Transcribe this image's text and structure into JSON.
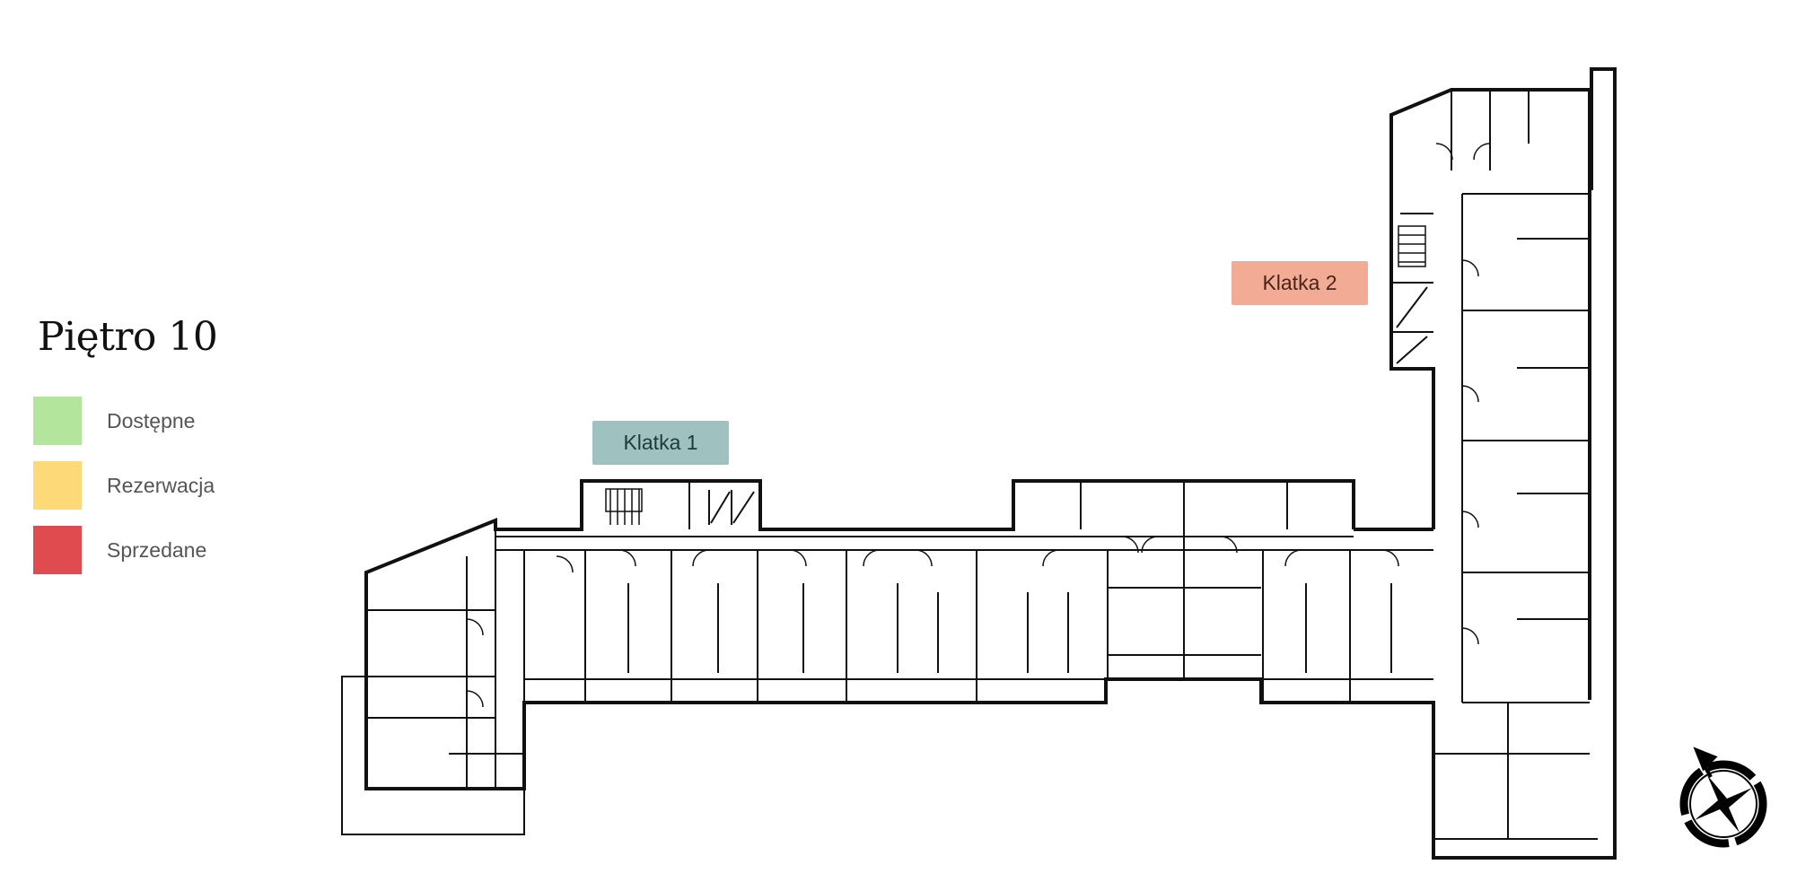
{
  "floor": {
    "title": "Piętro 10"
  },
  "legend": [
    {
      "label": "Dostępne",
      "color": "#b3e69c"
    },
    {
      "label": "Rezerwacja",
      "color": "#fed978"
    },
    {
      "label": "Sprzedane",
      "color": "#e04b50"
    }
  ],
  "staircases": [
    {
      "label": "Klatka 1",
      "color": "#9fc1c0",
      "text_color": "#1f3a3a"
    },
    {
      "label": "Klatka 2",
      "color": "#f2ab95",
      "text_color": "#4a2418"
    }
  ],
  "compass": {
    "icon": "compass-north-icon"
  }
}
